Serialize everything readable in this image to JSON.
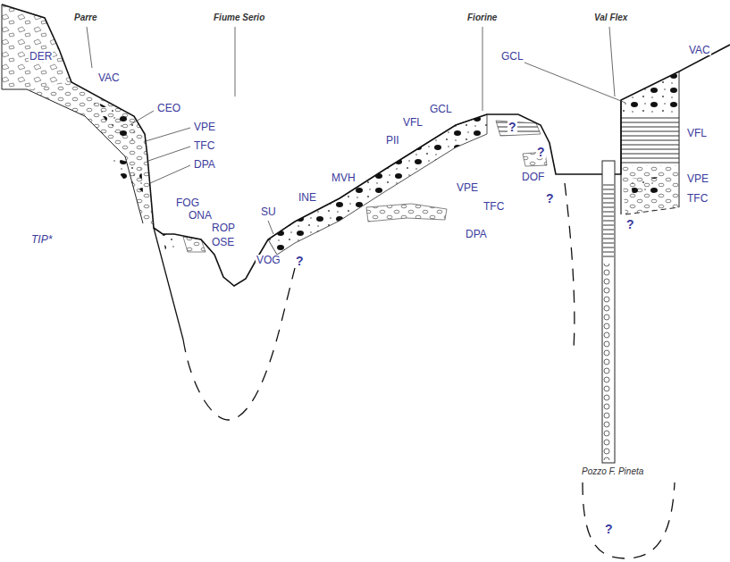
{
  "diagram": {
    "labels": [
      "Parre",
      "Fiume Serio",
      "Fiorine",
      "Val Flex",
      "DER",
      "VAC",
      "CEO",
      "VPE",
      "TFC",
      "DPA",
      "FOG",
      "ONA",
      "ROP",
      "OSE",
      "TIP*",
      "SU",
      "VOG",
      "?",
      "INE",
      "MVH",
      "PII",
      "VFL",
      "GCL",
      "?",
      "DOF",
      "?",
      "VPE",
      "TFC",
      "DPA",
      "?",
      "GCL",
      "VAC",
      "VFL",
      "VPE",
      "TFC",
      "?",
      "Pozzo F. Pineta",
      "?"
    ]
  }
}
